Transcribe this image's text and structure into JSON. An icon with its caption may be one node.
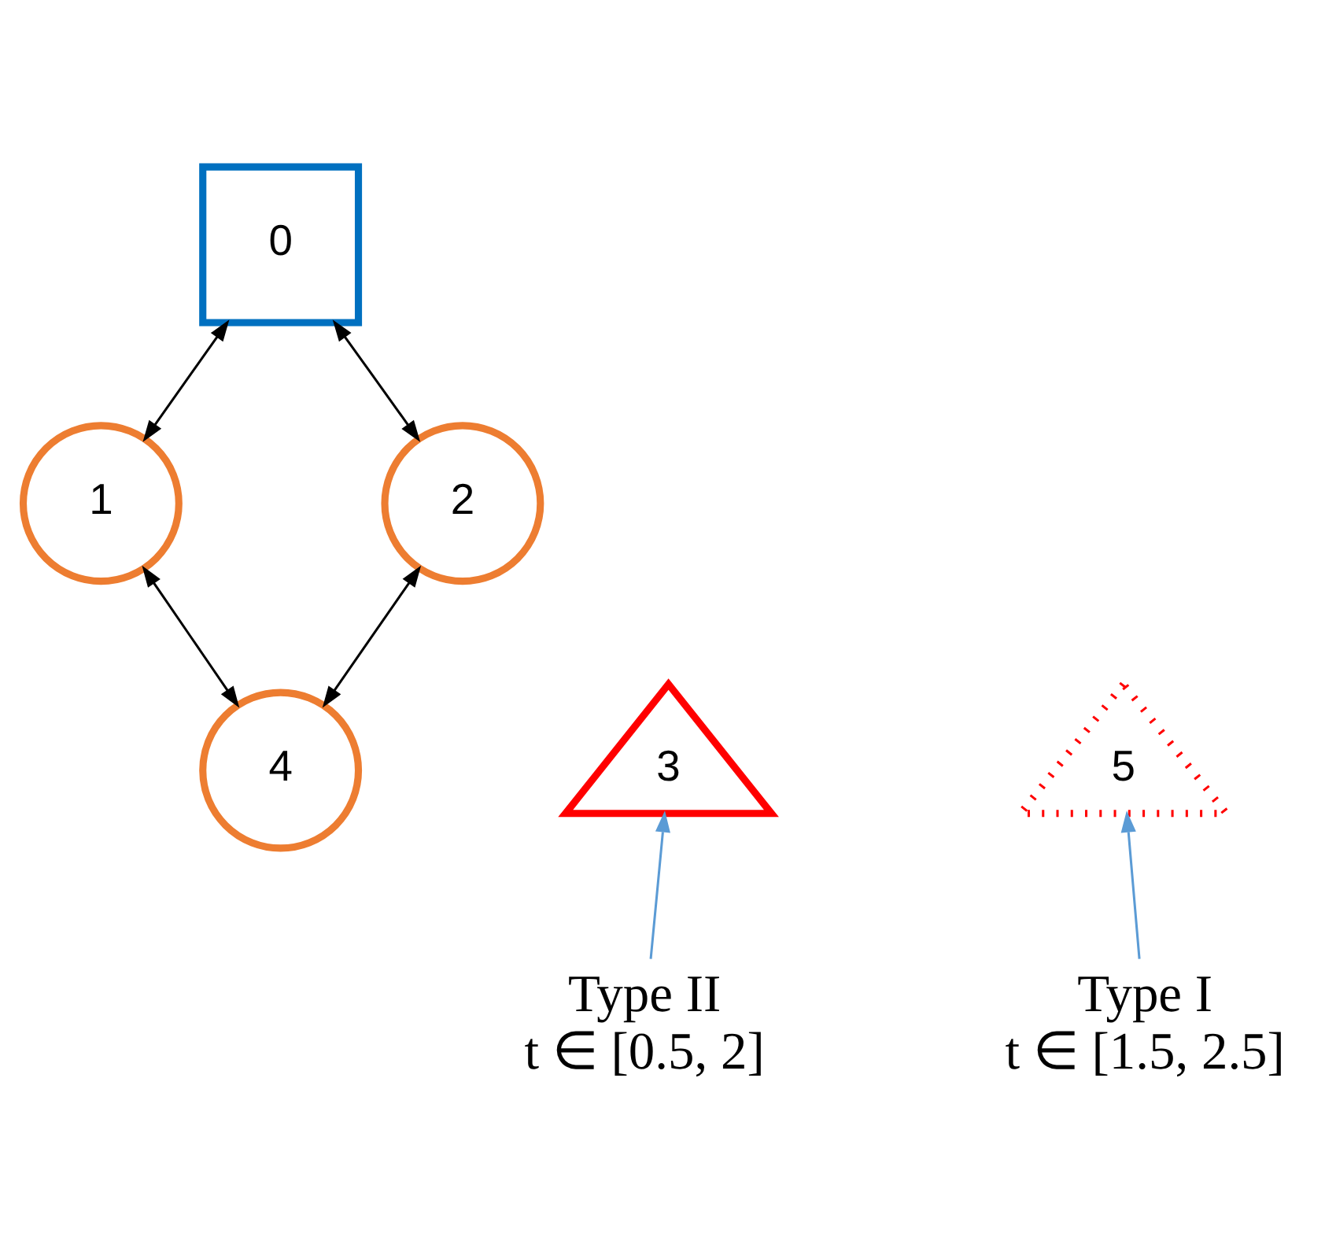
{
  "diagram": {
    "nodes": [
      {
        "text": [
          "0"
        ]
      },
      {
        "text": [
          "1"
        ]
      },
      {
        "text": [
          "2"
        ]
      },
      {
        "text": [
          "3"
        ]
      },
      {
        "text": [
          "4"
        ]
      },
      {
        "text": [
          "5"
        ]
      },
      {
        "text": [
          "Type II",
          "t ∈ [0.5, 2]"
        ]
      },
      {
        "text": [
          "Type I",
          "t ∈ [1.5, 2.5]"
        ]
      }
    ],
    "edges": [
      {
        "from": 0,
        "to": 1,
        "arrow": "both"
      },
      {
        "from": 0,
        "to": 2,
        "arrow": "both"
      },
      {
        "from": 1,
        "to": 4,
        "arrow": "both"
      },
      {
        "from": 2,
        "to": 4,
        "arrow": "both"
      },
      {
        "from": 6,
        "to": 3,
        "arrow": "to",
        "color": "#5b9bd5"
      },
      {
        "from": 7,
        "to": 5,
        "arrow": "to",
        "color": "#5b9bd5"
      }
    ]
  }
}
